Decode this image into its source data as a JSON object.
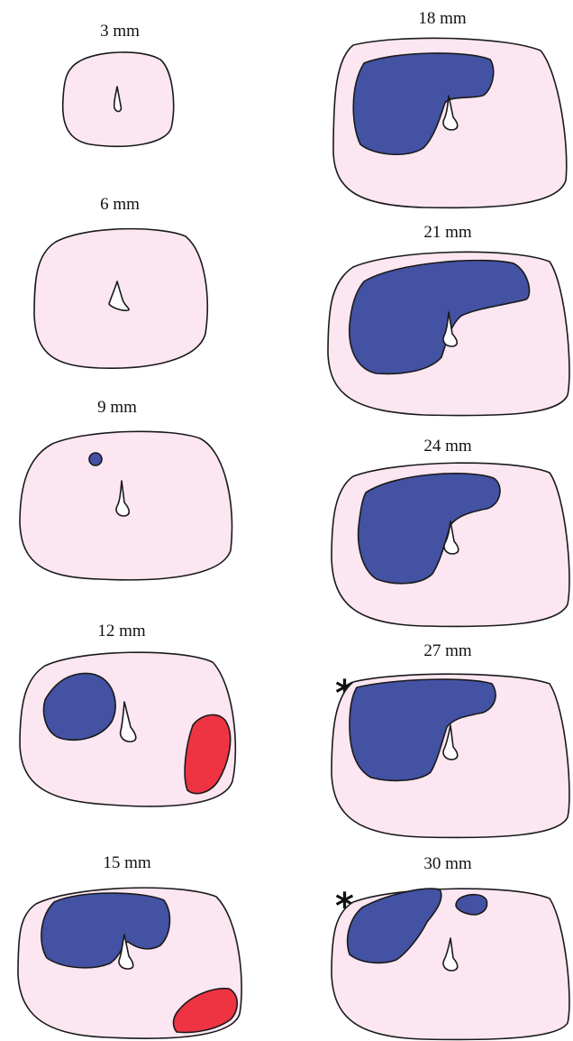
{
  "colors": {
    "tissue": "#fbe6f1",
    "blue_region": "#4352a3",
    "red_region": "#ee3442",
    "canal": "#ffffff",
    "outline": "#1a1a1a"
  },
  "sections": [
    {
      "label": "3 mm",
      "marker": ""
    },
    {
      "label": "6 mm",
      "marker": ""
    },
    {
      "label": "9 mm",
      "marker": ""
    },
    {
      "label": "12 mm",
      "marker": ""
    },
    {
      "label": "15 mm",
      "marker": ""
    },
    {
      "label": "18 mm",
      "marker": ""
    },
    {
      "label": "21 mm",
      "marker": ""
    },
    {
      "label": "24 mm",
      "marker": ""
    },
    {
      "label": "27 mm",
      "marker": "*"
    },
    {
      "label": "30 mm",
      "marker": "*"
    }
  ]
}
